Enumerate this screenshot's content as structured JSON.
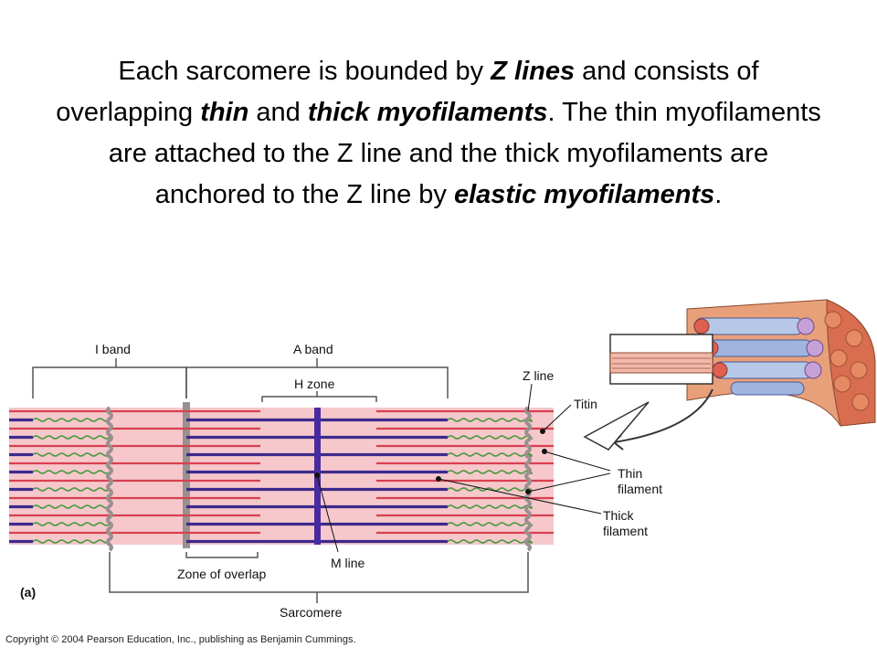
{
  "title": {
    "t1": "Each sarcomere is bounded by ",
    "b1": "Z lines",
    "t2": " and consists of overlapping ",
    "b2": "thin",
    "t3": " and ",
    "b3": "thick myofilaments",
    "t4": ".  The thin myofilaments are attached to the Z line and the thick myofilaments are anchored to the Z line by ",
    "b4": "elastic myofilaments",
    "t5": "."
  },
  "labels": {
    "i_band": "I band",
    "a_band": "A band",
    "h_zone": "H zone",
    "z_line": "Z line",
    "titin": "Titin",
    "thin_filament_1": "Thin",
    "thin_filament_2": "filament",
    "thick_filament_1": "Thick",
    "thick_filament_2": "filament",
    "zone_of_overlap": "Zone of overlap",
    "m_line": "M line",
    "sarcomere": "Sarcomere",
    "panel": "(a)"
  },
  "copyright": "Copyright © 2004 Pearson Education, Inc., publishing as Benjamin Cummings.",
  "colors": {
    "thin": "#d8404f",
    "thick": "#3c2a8c",
    "titin": "#4f9a44",
    "background_band": "#f6c8cc",
    "zline": "#9a9090"
  }
}
